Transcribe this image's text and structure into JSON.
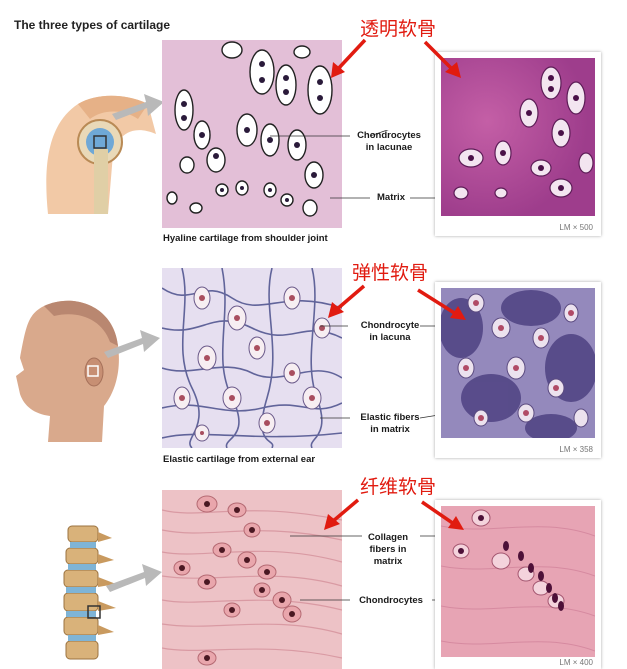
{
  "page": {
    "title": "The three types of cartilage"
  },
  "sections": [
    {
      "cn_title": "透明软骨",
      "caption": "Hyaline cartilage from shoulder joint",
      "labels": [
        "Chondrocytes\nin lacunae",
        "Matrix"
      ],
      "magnification": "LM × 500"
    },
    {
      "cn_title": "弹性软骨",
      "caption": "Elastic cartilage from external ear",
      "labels": [
        "Chondrocyte\nin lacuna",
        "Elastic fibers\nin matrix"
      ],
      "magnification": "LM × 358"
    },
    {
      "cn_title": "纤维软骨",
      "caption": "",
      "labels": [
        "Collagen\nfibers in\nmatrix",
        "Chondrocytes"
      ],
      "magnification": "LM × 400"
    }
  ],
  "colors": {
    "annotation_red": "#e11b10",
    "hyaline_bg": "#e3bfd7",
    "elastic_bg": "#e6dff0",
    "fibro_bg": "#edc2c6"
  },
  "icons": [
    "shoulder-joint-icon",
    "human-head-icon",
    "vertebral-column-icon",
    "arrow-right-icon"
  ]
}
